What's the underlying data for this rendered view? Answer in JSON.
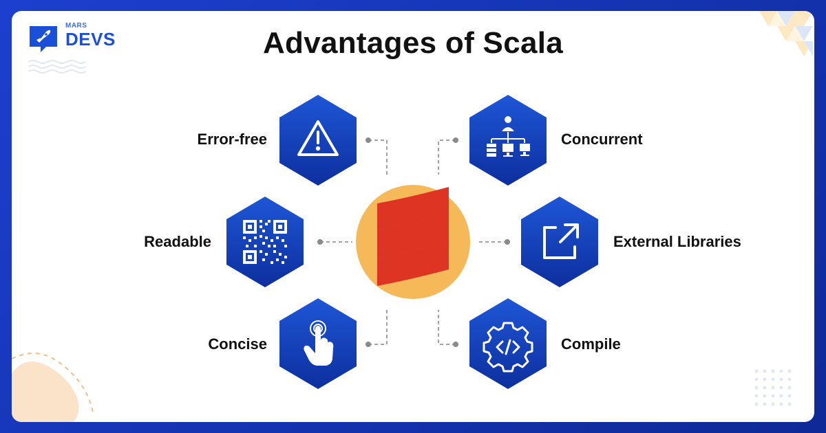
{
  "logo": {
    "small_text": "MARS",
    "big_text": "DEVS"
  },
  "title": "Advantages of Scala",
  "advantages": [
    {
      "label": "Error-free",
      "icon": "warning-icon"
    },
    {
      "label": "Concurrent",
      "icon": "network-hierarchy-icon"
    },
    {
      "label": "Readable",
      "icon": "qr-code-icon"
    },
    {
      "label": "External Libraries",
      "icon": "external-link-icon"
    },
    {
      "label": "Concise",
      "icon": "tap-hand-icon"
    },
    {
      "label": "Compile",
      "icon": "code-gear-icon"
    }
  ],
  "center_icon": "scala-logo-icon",
  "colors": {
    "background": "#1a3bc4",
    "hexagon_top": "#1e56d6",
    "hexagon_bottom": "#0d2f9e",
    "scala_red": "#de3423",
    "scala_dark_red": "#8e1a18",
    "scala_circle": "#f6b95a",
    "connector": "#9e9e9e"
  }
}
